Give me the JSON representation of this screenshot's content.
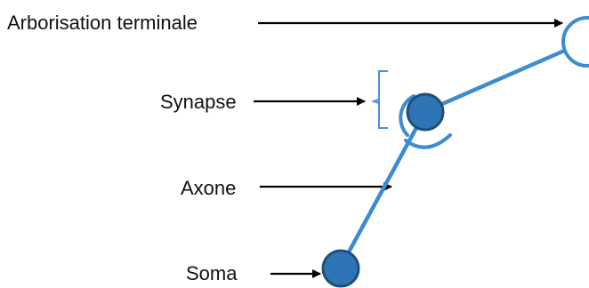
{
  "labels": {
    "arborisation": "Arborisation terminale",
    "synapse": "Synapse",
    "axone": "Axone",
    "soma": "Soma"
  },
  "colors": {
    "neuron_fill": "#2E75B6",
    "neuron_stroke": "#1F4E79",
    "axon_line": "#3D8CD0",
    "arrow": "#000000",
    "text": "#111111"
  }
}
